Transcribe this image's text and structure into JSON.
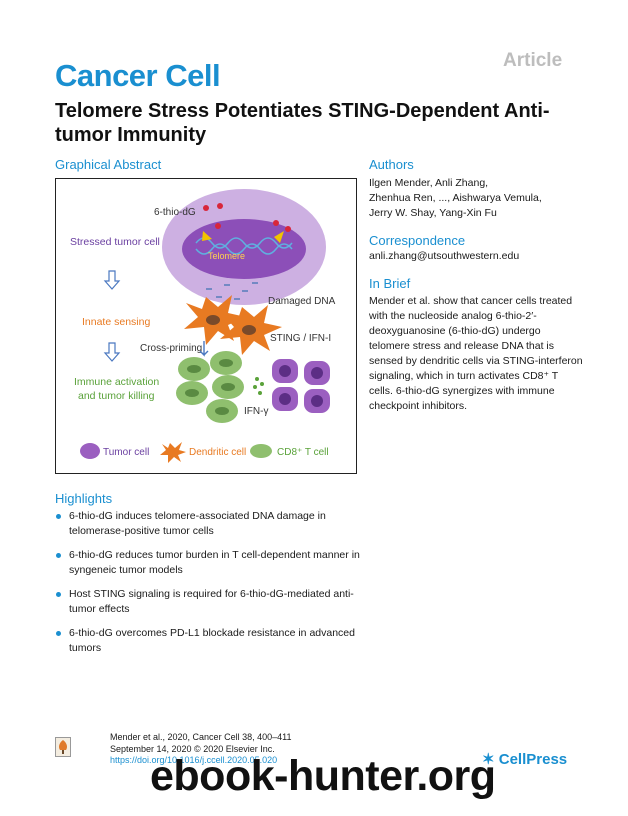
{
  "article_tag": "Article",
  "journal": "Cancer Cell",
  "title": "Telomere Stress Potentiates STING-Dependent Anti-tumor Immunity",
  "graphical_abstract": {
    "heading": "Graphical Abstract",
    "labels": {
      "drug": "6-thio-dG",
      "telomere": "Telomere",
      "stressed": "Stressed tumor cell",
      "damaged_dna": "Damaged DNA",
      "innate": "Innate sensing",
      "sting": "STING / IFN-I",
      "cross_priming": "Cross-priming",
      "immune_line1": "Immune activation",
      "immune_line2": "and tumor killing",
      "ifn": "IFN-γ"
    },
    "legend": {
      "tumor": "Tumor cell",
      "dendritic": "Dendritic cell",
      "cd8": "CD8⁺ T cell"
    },
    "colors": {
      "tumor": "#9b5fc0",
      "dendritic": "#e87a22",
      "tcell": "#8fbf6e",
      "label_purple": "#6a3fa0",
      "label_orange": "#e87a22",
      "label_green": "#5aa23a"
    }
  },
  "authors": {
    "heading": "Authors",
    "lines": [
      "Ilgen Mender, Anli Zhang,",
      "Zhenhua Ren, ..., Aishwarya Vemula,",
      "Jerry W. Shay, Yang-Xin Fu"
    ]
  },
  "correspondence": {
    "heading": "Correspondence",
    "email": "anli.zhang@utsouthwestern.edu"
  },
  "in_brief": {
    "heading": "In Brief",
    "text": "Mender et al. show that cancer cells treated with the nucleoside analog 6-thio-2′-deoxyguanosine (6-thio-dG) undergo telomere stress and release DNA that is sensed by dendritic cells via STING-interferon signaling, which in turn activates CD8⁺ T cells. 6-thio-dG synergizes with immune checkpoint inhibitors."
  },
  "highlights": {
    "heading": "Highlights",
    "items": [
      "6-thio-dG induces telomere-associated DNA damage in telomerase-positive tumor cells",
      "6-thio-dG reduces tumor burden in T cell-dependent manner in syngeneic tumor models",
      "Host STING signaling is required for 6-thio-dG-mediated anti-tumor effects",
      "6-thio-dG overcomes PD-L1 blockade resistance in advanced tumors"
    ]
  },
  "citation": {
    "line1": "Mender et al., 2020, Cancer Cell 38, 400–411",
    "line2": "September 14, 2020 © 2020 Elsevier Inc.",
    "doi": "https://doi.org/10.1016/j.ccell.2020.05.020"
  },
  "publisher": "CellPress",
  "watermark": "ebook-hunter.org"
}
